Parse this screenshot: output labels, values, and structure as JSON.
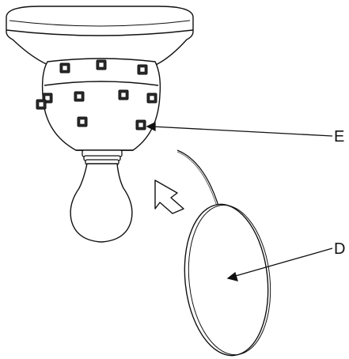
{
  "callouts": [
    {
      "id": "E",
      "label": "E"
    },
    {
      "id": "D",
      "label": "D"
    }
  ],
  "colors": {
    "stroke": "#111111",
    "fill": "#ffffff",
    "clip_fill": "#2a2a2a"
  },
  "icons": {
    "direction": "hollow-arrow-icon"
  }
}
